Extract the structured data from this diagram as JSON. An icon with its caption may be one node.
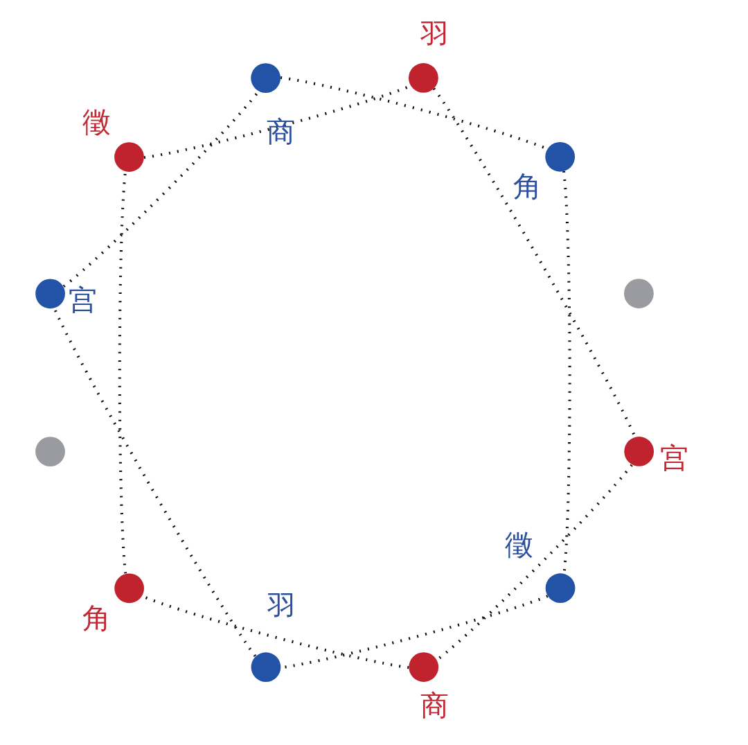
{
  "diagram": {
    "nodes": [
      {
        "text": [],
        "shape": "circle",
        "beside": [
          "商"
        ]
      },
      {
        "text": [],
        "shape": "circle",
        "beside": [
          "羽"
        ]
      },
      {
        "text": [],
        "shape": "circle",
        "beside": [
          "角"
        ]
      },
      {
        "text": [],
        "shape": "circle"
      },
      {
        "text": [],
        "shape": "circle",
        "beside": [
          "宫"
        ]
      },
      {
        "text": [],
        "shape": "circle",
        "beside": [
          "徵"
        ]
      },
      {
        "text": [],
        "shape": "circle",
        "beside": [
          "商"
        ]
      },
      {
        "text": [],
        "shape": "circle",
        "beside": [
          "羽"
        ]
      },
      {
        "text": [],
        "shape": "circle",
        "beside": [
          "角"
        ]
      },
      {
        "text": [],
        "shape": "circle"
      },
      {
        "text": [],
        "shape": "circle",
        "beside": [
          "宫"
        ]
      },
      {
        "text": [],
        "shape": "circle",
        "beside": [
          "徵"
        ]
      }
    ],
    "edges": [
      {
        "from": 0,
        "to": 2,
        "arrow": "none"
      },
      {
        "from": 2,
        "to": 5,
        "arrow": "none"
      },
      {
        "from": 5,
        "to": 7,
        "arrow": "none"
      },
      {
        "from": 7,
        "to": 10,
        "arrow": "none"
      },
      {
        "from": 10,
        "to": 0,
        "arrow": "none"
      },
      {
        "from": 11,
        "to": 1,
        "arrow": "none"
      },
      {
        "from": 1,
        "to": 4,
        "arrow": "none"
      },
      {
        "from": 4,
        "to": 6,
        "arrow": "none"
      },
      {
        "from": 6,
        "to": 8,
        "arrow": "none"
      },
      {
        "from": 8,
        "to": 11,
        "arrow": "none"
      }
    ]
  }
}
